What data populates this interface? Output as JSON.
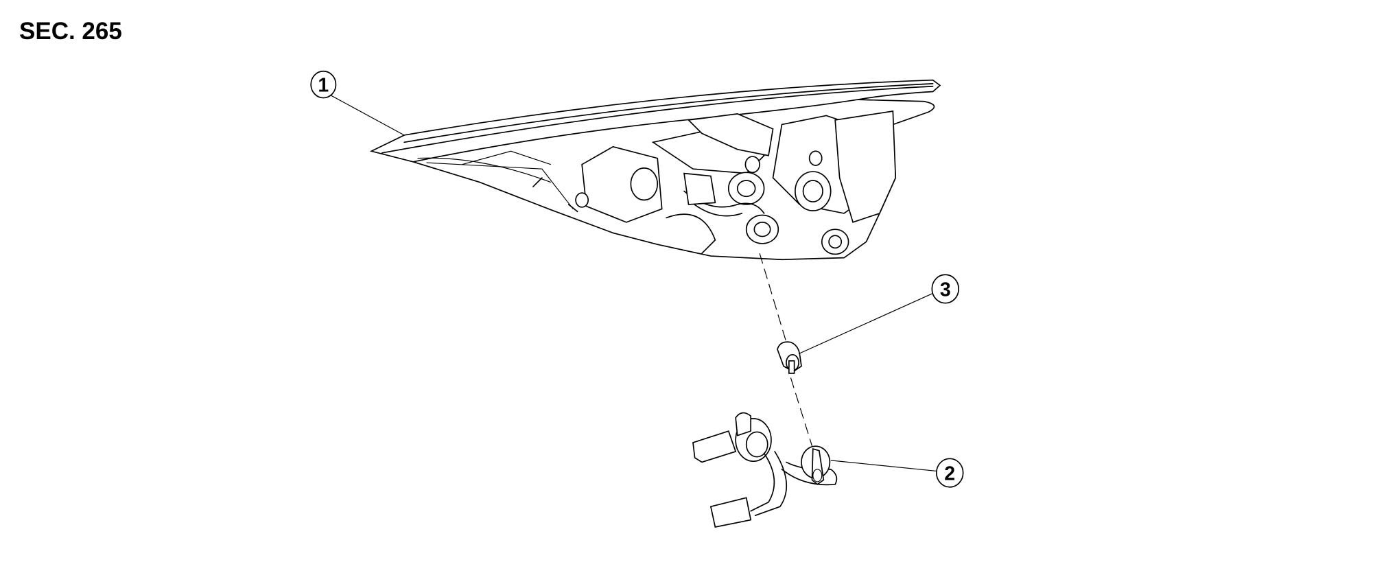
{
  "section_label": "SEC. 265",
  "callouts": [
    {
      "number": "1"
    },
    {
      "number": "2"
    },
    {
      "number": "3"
    }
  ]
}
